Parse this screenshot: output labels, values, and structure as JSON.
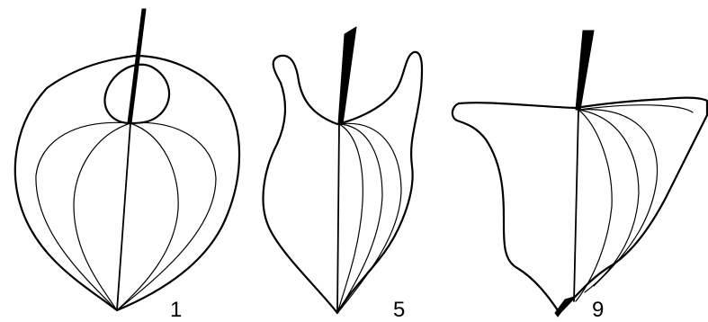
{
  "figures": [
    {
      "id": "figure-1",
      "label": "1"
    },
    {
      "id": "figure-5",
      "label": "5"
    },
    {
      "id": "figure-9",
      "label": "9"
    }
  ]
}
